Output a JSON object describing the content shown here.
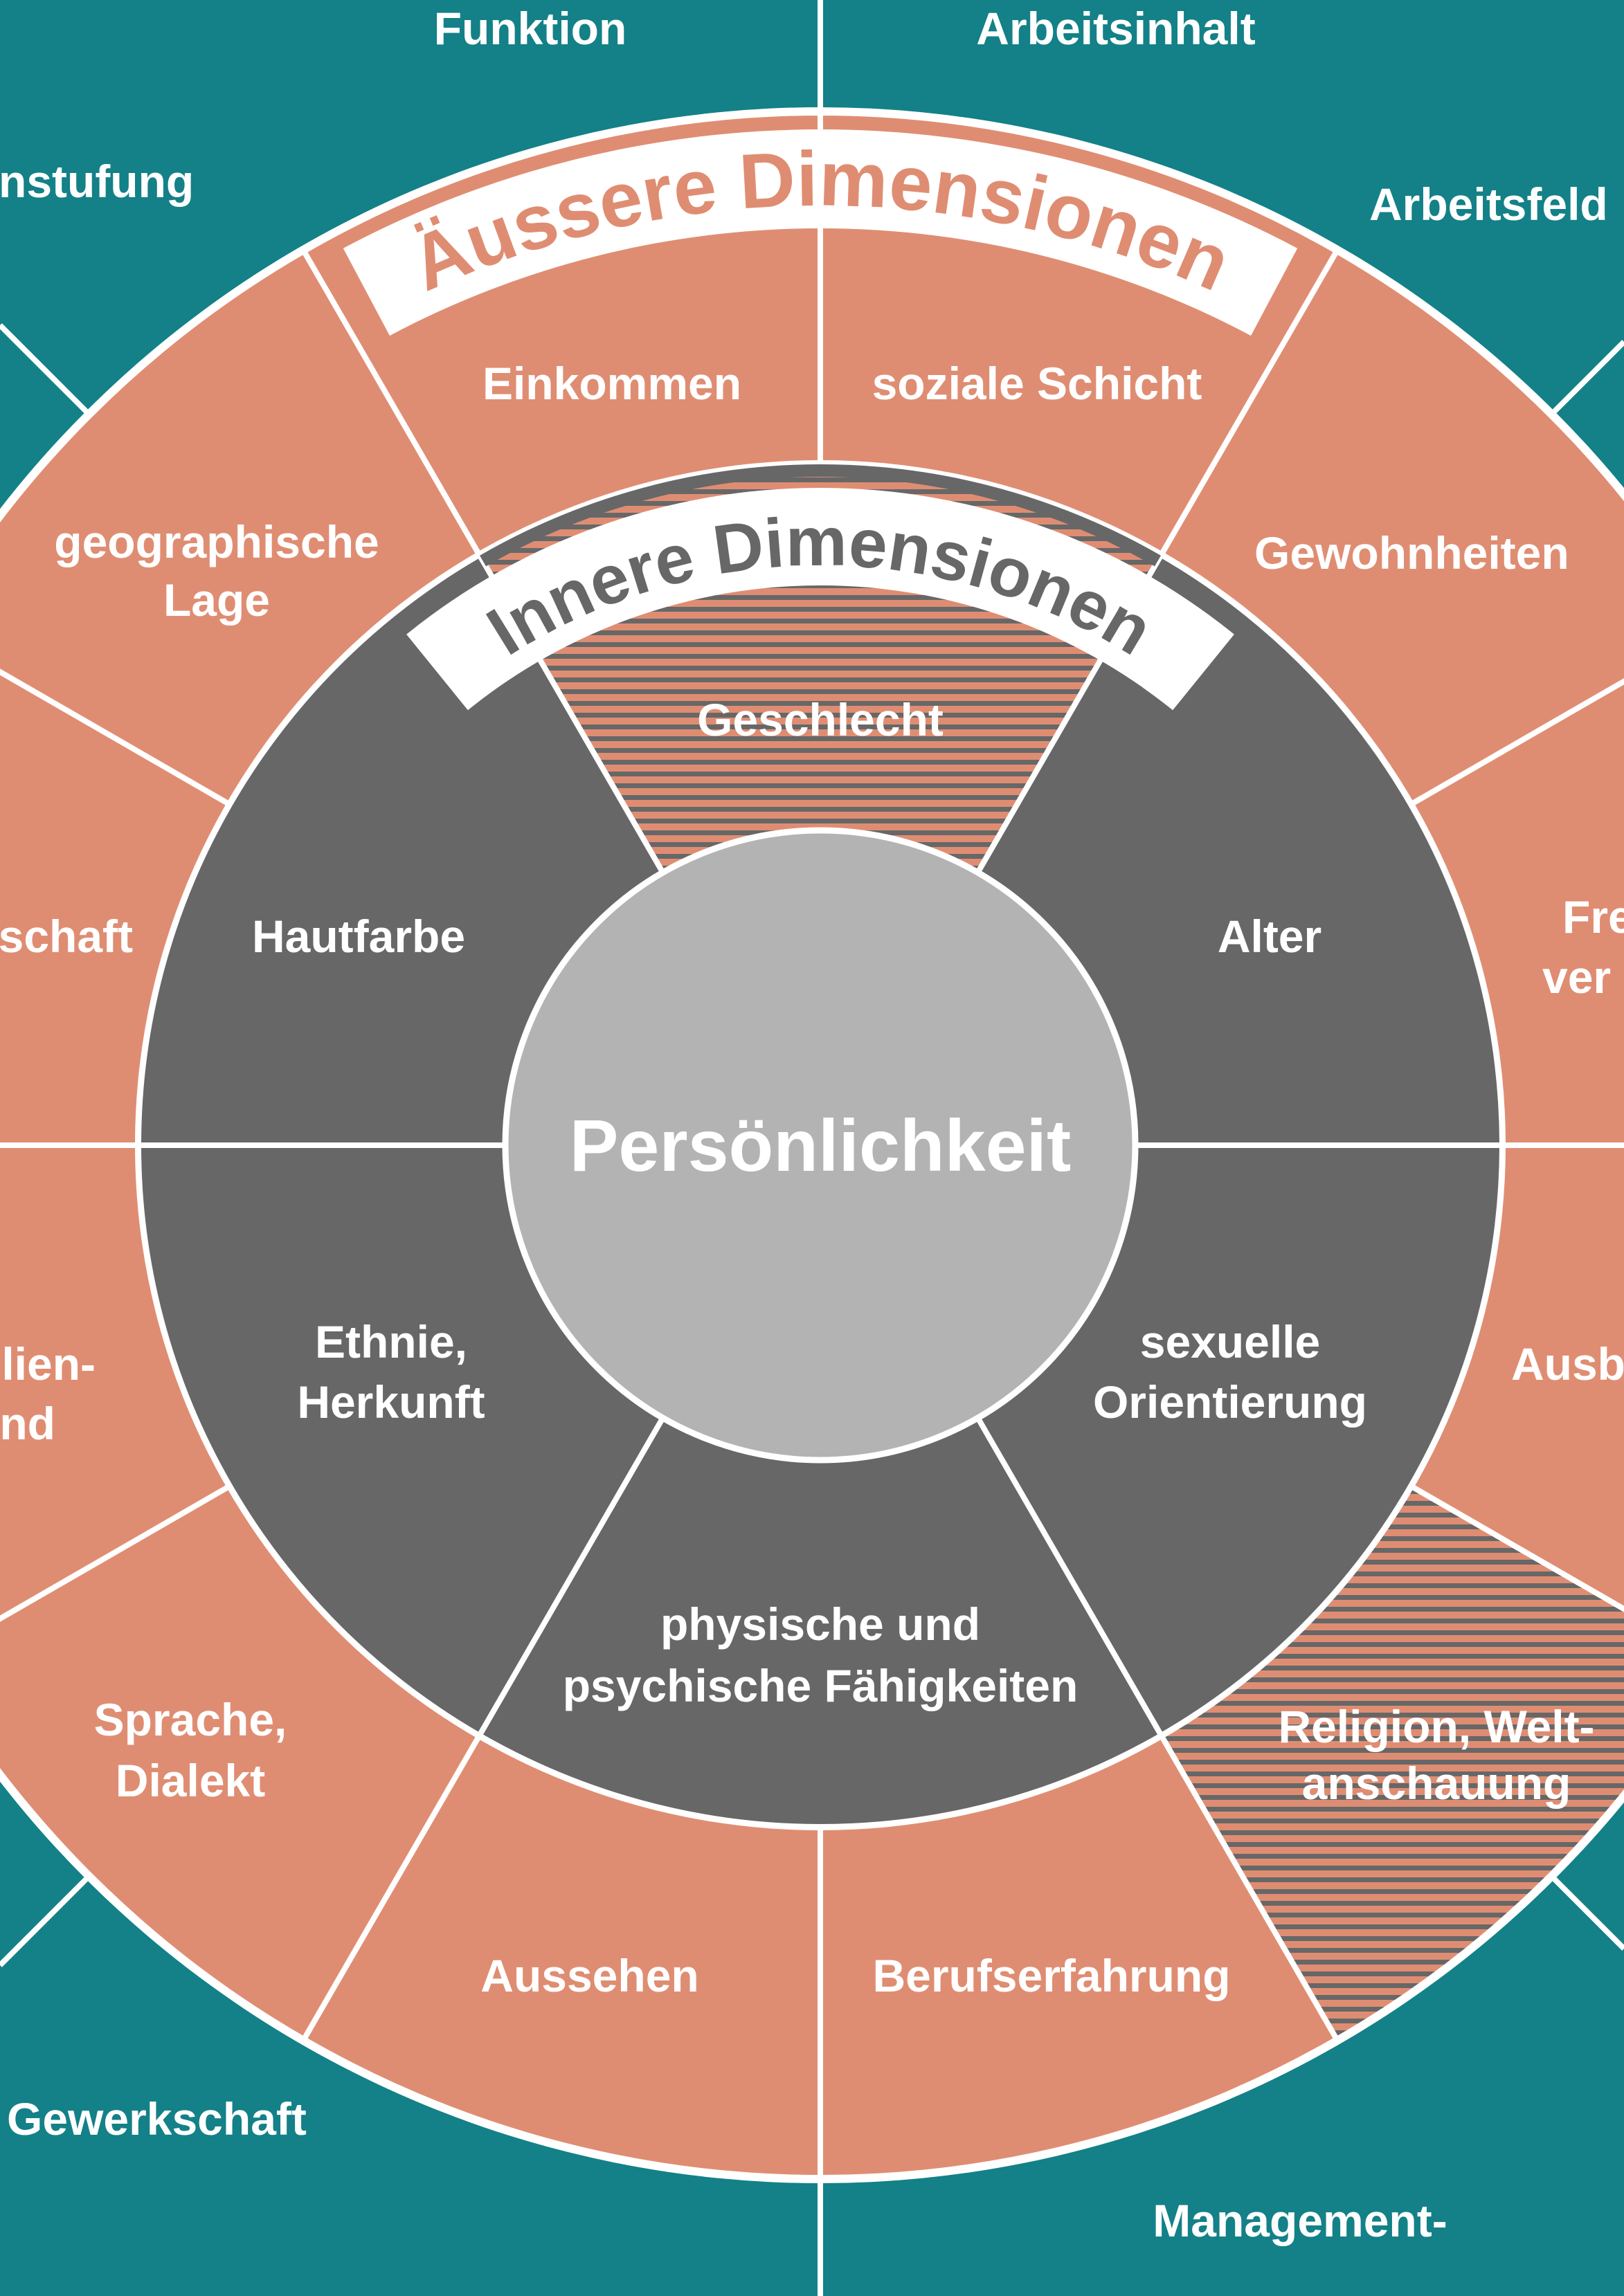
{
  "colors": {
    "teal": "#138187",
    "salmon": "#df8d72",
    "dark_gray": "#676767",
    "center_gray": "#b3b3b3",
    "divider": "#ffffff"
  },
  "outer_teal_labels": {
    "funktion": "Funktion",
    "arbeitsinhalt": "Arbeitsinhalt",
    "einstufung_partial": "nstufung",
    "arbeitsfeld": "Arbeitsfeld",
    "gewerkschaft": "Gewerkschaft",
    "management": "Management-"
  },
  "aeussere": {
    "title": "Äussere Dimensionen",
    "items": {
      "einkommen": "Einkommen",
      "soziale_schicht": "soziale Schicht",
      "gewohnheiten": "Gewohnheiten",
      "freizeit_l1": "Fre",
      "freizeit_l2": "ver",
      "ausbildung": "Ausb",
      "religion_l1": "Religion, Welt-",
      "religion_l2": "anschauung",
      "berufserfahrung": "Berufserfahrung",
      "aussehen": "Aussehen",
      "sprache_l1": "Sprache,",
      "sprache_l2": "Dialekt",
      "familienstand_l1": "lien-",
      "familienstand_l2": "nd",
      "elternschaft": "schaft",
      "geo_l1": "geographische",
      "geo_l2": "Lage"
    }
  },
  "innere": {
    "title": "Innere Dimensionen",
    "items": {
      "geschlecht": "Geschlecht",
      "alter": "Alter",
      "orientierung_l1": "sexuelle",
      "orientierung_l2": "Orientierung",
      "faehigkeiten_l1": "physische und",
      "faehigkeiten_l2": "psychische Fähigkeiten",
      "ethnie_l1": "Ethnie,",
      "ethnie_l2": "Herkunft",
      "hautfarbe": "Hautfarbe"
    }
  },
  "center": {
    "label": "Persönlichkeit"
  }
}
